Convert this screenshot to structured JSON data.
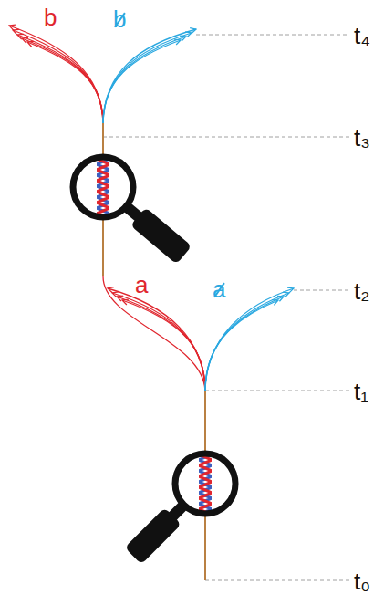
{
  "diagram": {
    "labels": [
      "b",
      "b",
      "t₄",
      "t₃",
      "a",
      "a",
      "t₂",
      "t₁",
      "t₀"
    ]
  }
}
